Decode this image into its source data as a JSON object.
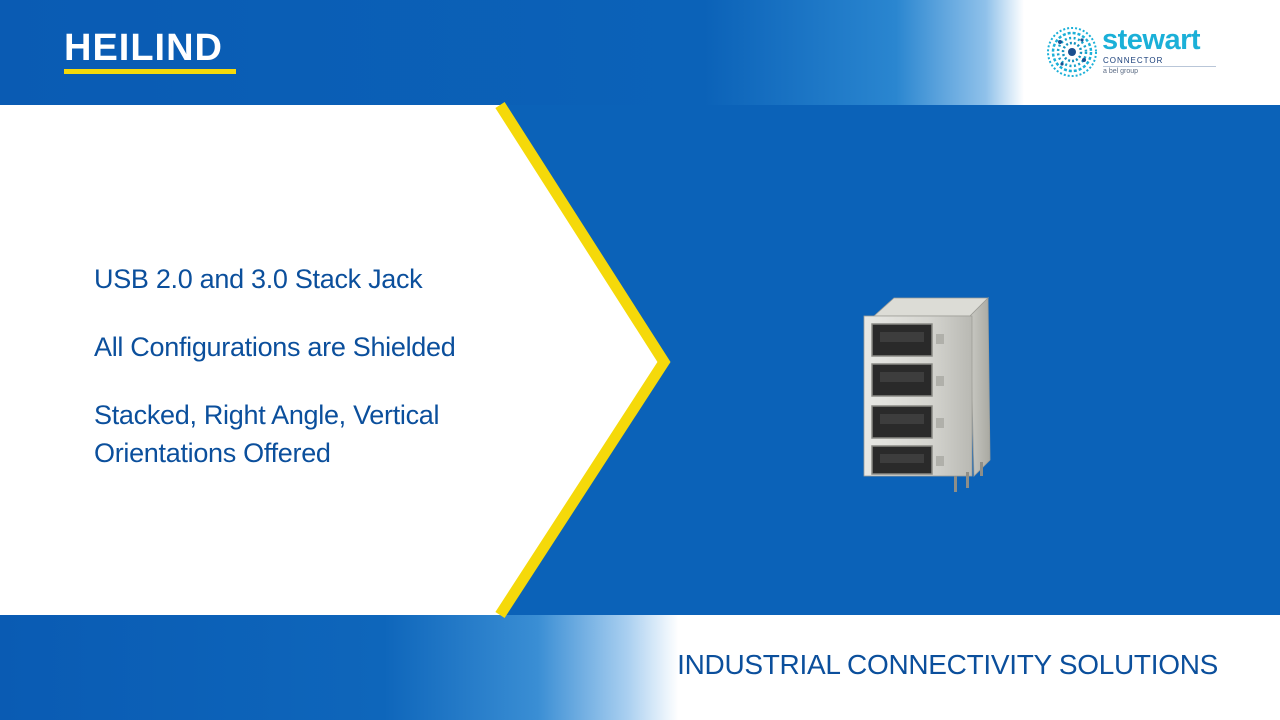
{
  "brand": {
    "distributor_logo_text": "HEILIND",
    "manufacturer_logo_word": "stewart",
    "manufacturer_logo_sub": "CONNECTOR",
    "manufacturer_logo_group": "a bel group"
  },
  "features": [
    "USB 2.0 and 3.0 Stack Jack",
    "All Configurations are Shielded",
    "Stacked, Right Angle, Vertical Orientations Offered"
  ],
  "tagline": "INDUSTRIAL CONNECTIVITY SOLUTIONS",
  "product_image": {
    "icon": "stacked-usb-connector-image",
    "port_count": 4
  },
  "colors": {
    "primary_blue": "#0b62b8",
    "accent_yellow": "#f5d90a",
    "text_blue": "#0b4f9c",
    "stewart_cyan": "#1bb0d8",
    "background": "#ffffff"
  }
}
